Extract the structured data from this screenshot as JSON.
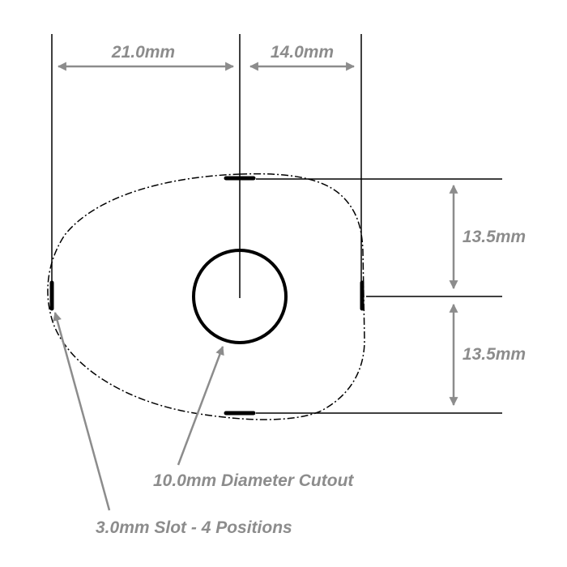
{
  "dimensions": {
    "left_width": "21.0mm",
    "right_width": "14.0mm",
    "upper_height": "13.5mm",
    "lower_height": "13.5mm"
  },
  "annotations": {
    "cutout": "10.0mm Diameter Cutout",
    "slot": "3.0mm Slot - 4 Positions"
  },
  "colors": {
    "outline": "#000000",
    "dimension": "#8c8c8c"
  }
}
